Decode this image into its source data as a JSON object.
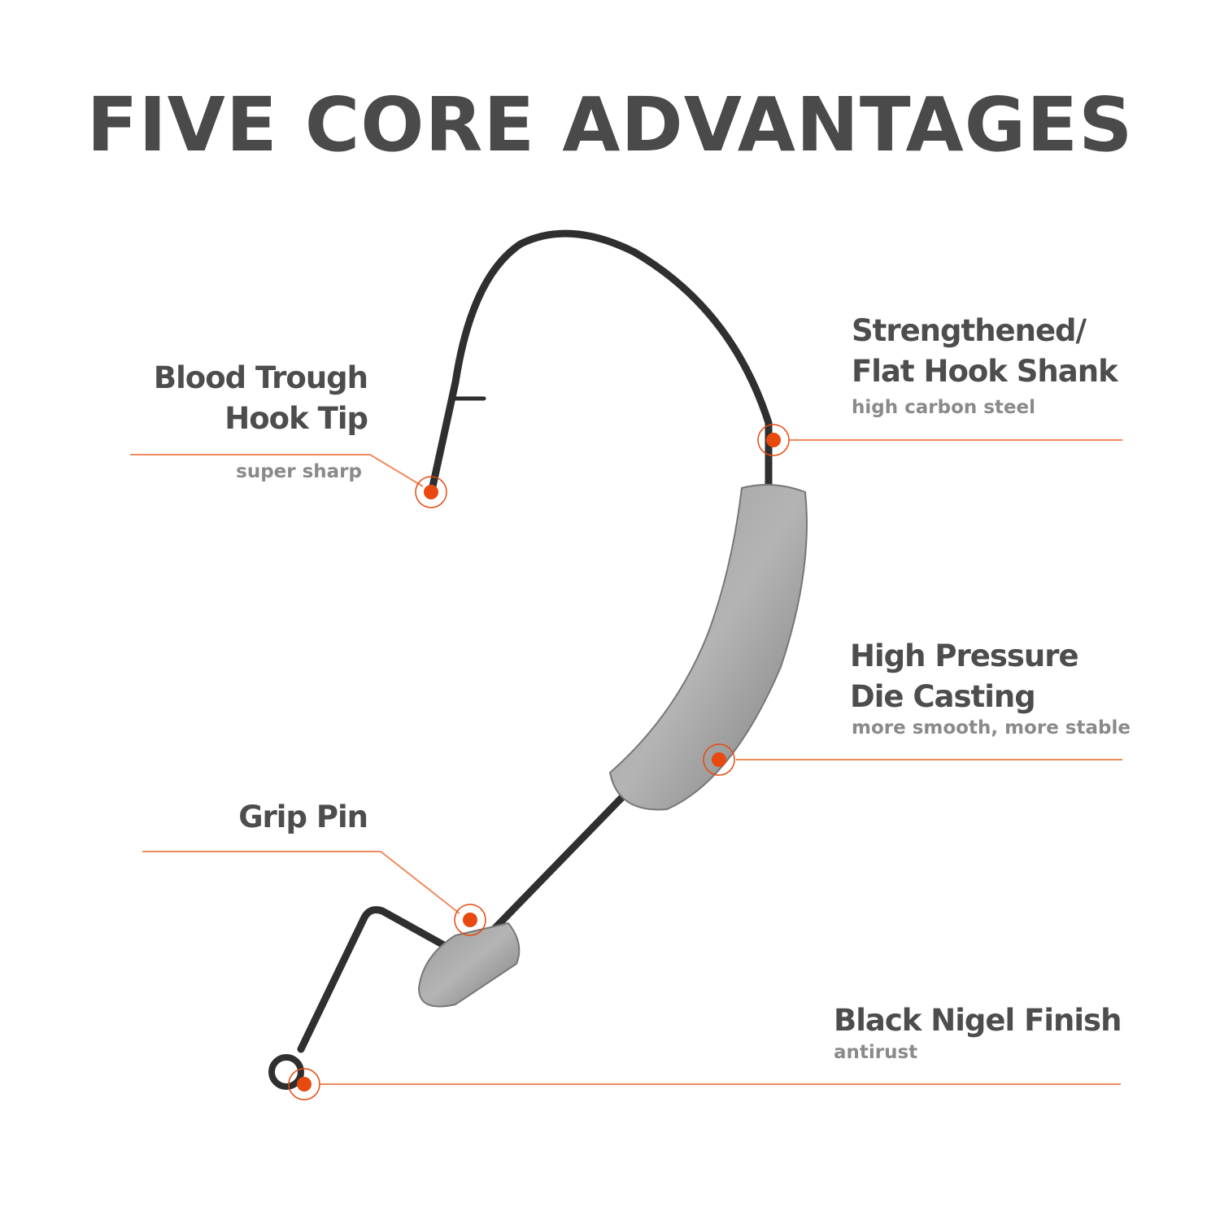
{
  "title": "FIVE CORE ADVANTAGES",
  "accent_color": "#e8490f",
  "features": [
    {
      "title_lines": [
        "Blood Trough",
        "Hook Tip"
      ],
      "subtitle": "super sharp"
    },
    {
      "title_lines": [
        "Strengthened/",
        "Flat Hook Shank"
      ],
      "subtitle": "high carbon steel"
    },
    {
      "title_lines": [
        "High Pressure",
        "Die Casting"
      ],
      "subtitle": "more smooth, more stable"
    },
    {
      "title_lines": [
        "Grip Pin"
      ],
      "subtitle": ""
    },
    {
      "title_lines": [
        "Black Nigel Finish"
      ],
      "subtitle": "antirust"
    }
  ]
}
